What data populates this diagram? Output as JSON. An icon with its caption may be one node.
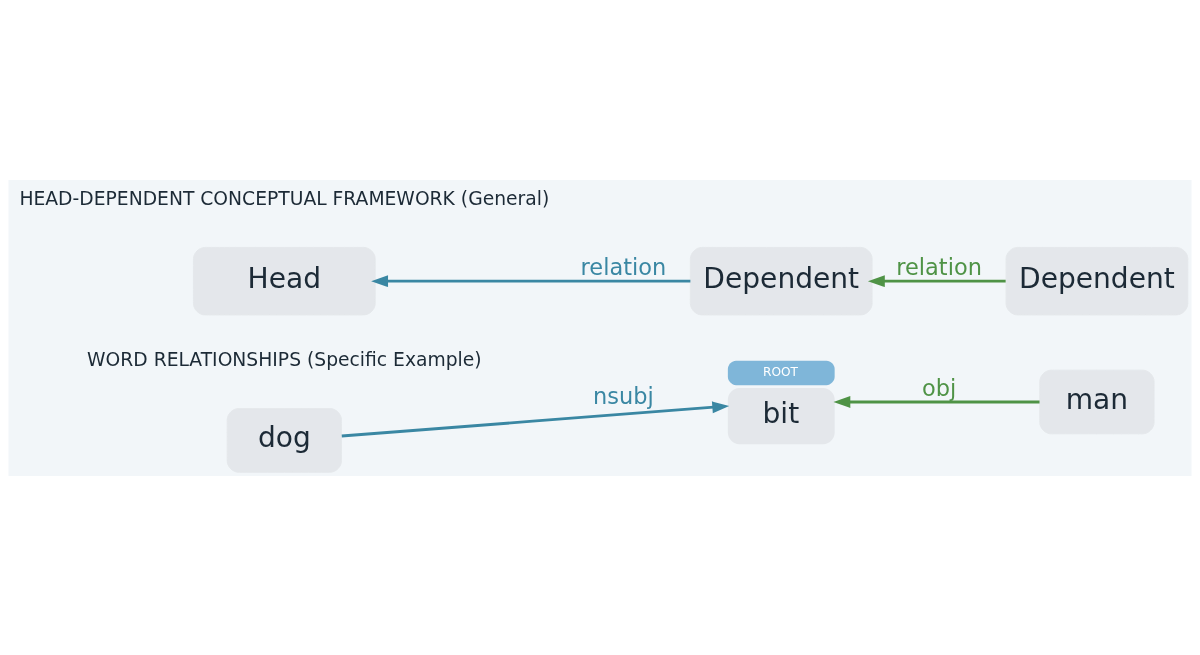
{
  "diagram": {
    "nodes": [
      {
        "text": [
          "Head"
        ]
      },
      {
        "text": [
          "Dependent"
        ]
      },
      {
        "text": [
          "Dependent"
        ]
      },
      {
        "text": [
          "dog"
        ]
      },
      {
        "text": [
          "bit"
        ],
        "beside": [
          "ROOT"
        ]
      },
      {
        "text": [
          "man"
        ]
      }
    ],
    "edges": [
      {
        "from": 1,
        "to": 0,
        "arrow": "to",
        "label": "relation",
        "color": "#3a87a3"
      },
      {
        "from": 2,
        "to": 1,
        "arrow": "to",
        "label": "relation",
        "color": "#4f9346"
      },
      {
        "from": 3,
        "to": 4,
        "arrow": "to",
        "label": "nsubj",
        "color": "#3a87a3"
      },
      {
        "from": 5,
        "to": 4,
        "arrow": "to",
        "label": "obj",
        "color": "#4f9346"
      }
    ],
    "labels": [
      "HEAD-DEPENDENT CONCEPTUAL FRAMEWORK (General)",
      "WORD RELATIONSHIPS (Specific Example)"
    ]
  }
}
